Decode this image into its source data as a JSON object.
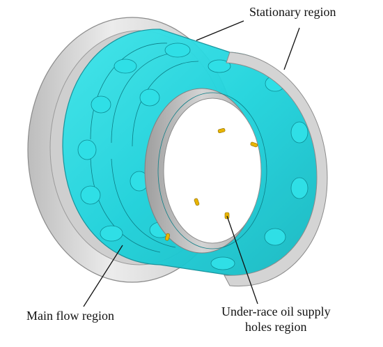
{
  "labels": {
    "stationary": "Stationary region",
    "main_flow": "Main flow region",
    "under_race_line1": "Under-race oil supply",
    "under_race_line2": "holes region"
  },
  "colors": {
    "fluid": "#22d8e0",
    "fluid_dark": "#12a9b3",
    "stationary": "#d9d9d9",
    "stationary_edge": "#8a8a8a",
    "holes": "#e8b400",
    "leader": "#111111"
  }
}
